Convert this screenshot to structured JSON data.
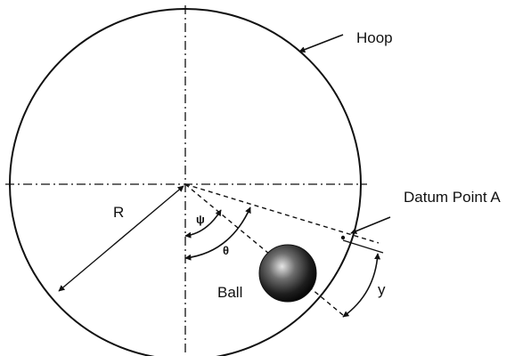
{
  "labels": {
    "hoop": "Hoop",
    "datum_point": "Datum Point A",
    "radius": "R",
    "psi": "ψ",
    "theta": "θ",
    "ball": "Ball",
    "arc_length": "y"
  },
  "colors": {
    "stroke": "#111111",
    "background": "#ffffff",
    "ball_highlight": "#d9d9d9",
    "ball_shadow": "#0a0a0a"
  },
  "icons": {
    "arrowhead": "filled-triangle-arrowhead"
  }
}
